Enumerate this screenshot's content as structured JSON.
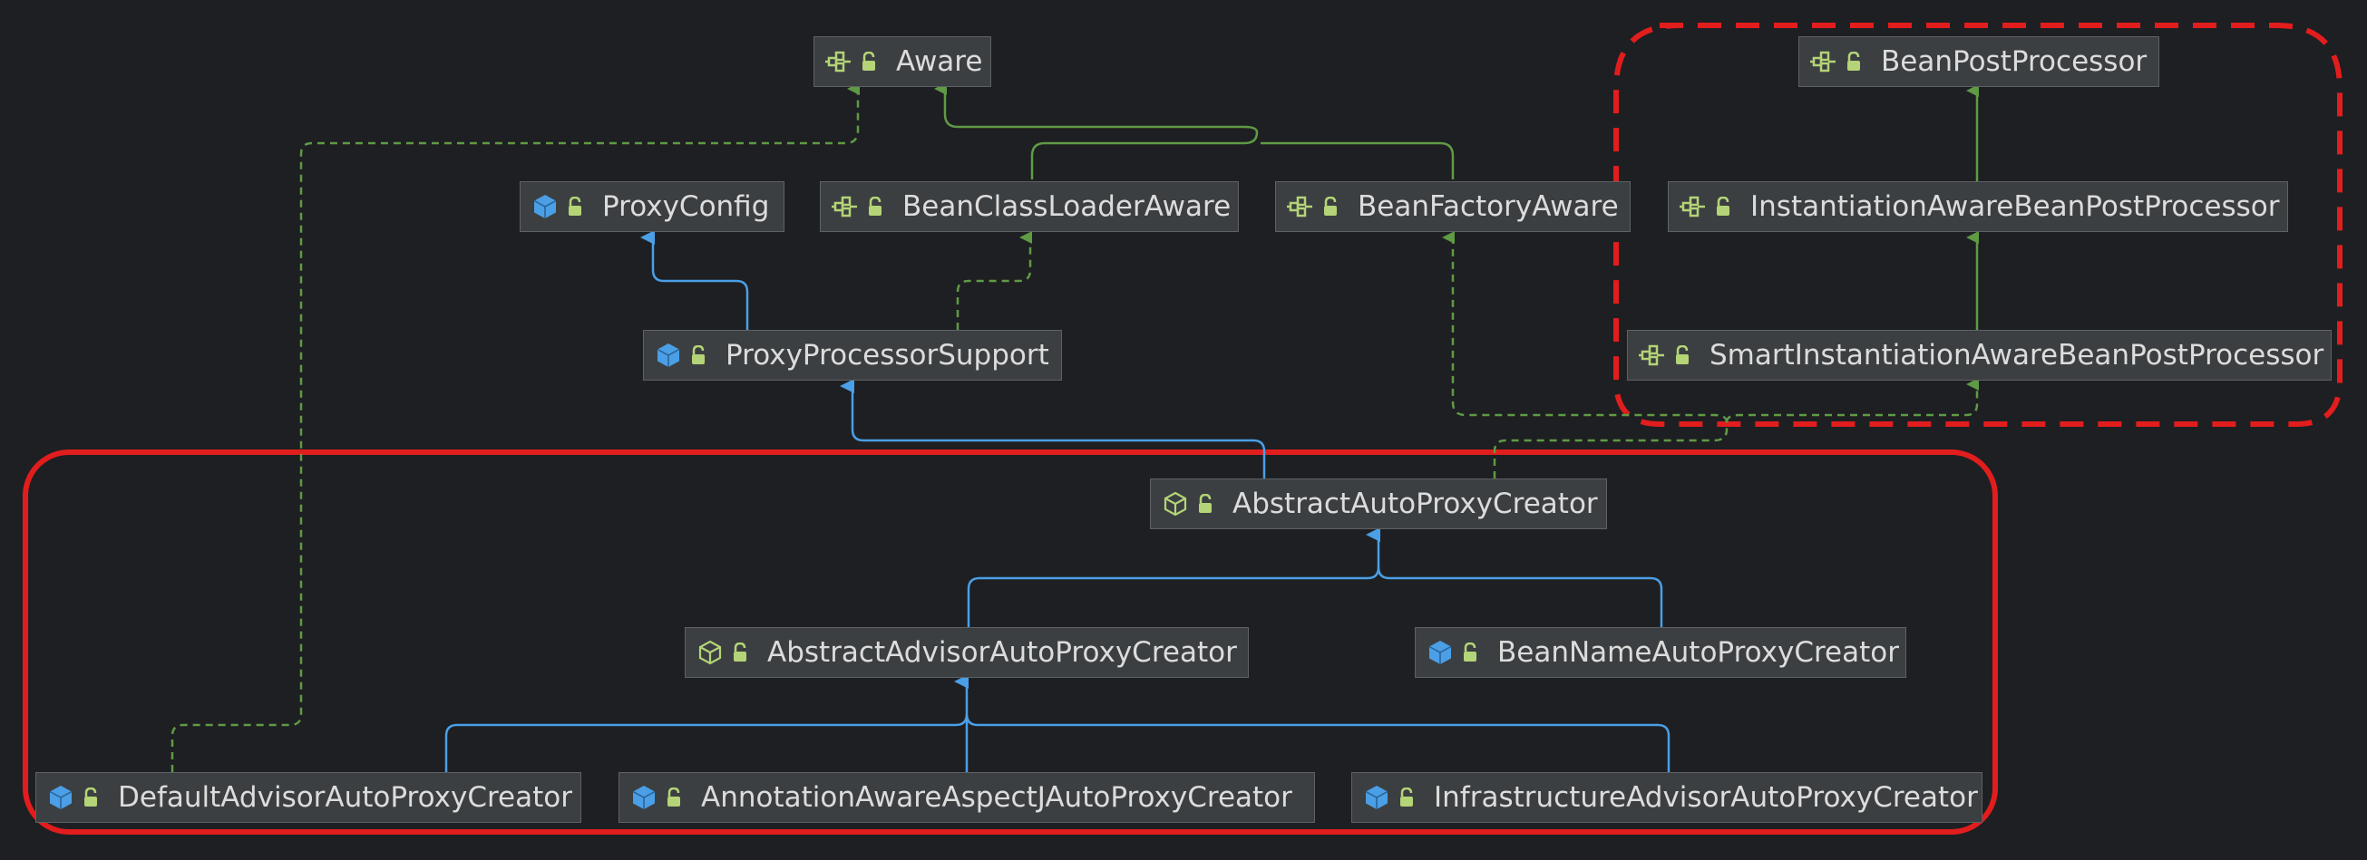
{
  "colors": {
    "background": "#1e1f22",
    "node_fill": "#3c3f41",
    "node_border": "#5e6165",
    "node_text": "#dcdcdc",
    "interface_edge": "#5f9a45",
    "class_edge": "#4a9fe6",
    "highlight": "#e21d1d"
  },
  "icons": {
    "interface": "interface-icon",
    "class": "class-icon",
    "abstract_class": "abstract-class-icon",
    "visibility": "public-unlock-icon"
  },
  "nodes": [
    {
      "id": "aware",
      "label": "Aware",
      "kind": "interface"
    },
    {
      "id": "bean_post_processor",
      "label": "BeanPostProcessor",
      "kind": "interface"
    },
    {
      "id": "proxy_config",
      "label": "ProxyConfig",
      "kind": "class"
    },
    {
      "id": "bean_class_loader_aware",
      "label": "BeanClassLoaderAware",
      "kind": "interface"
    },
    {
      "id": "bean_factory_aware",
      "label": "BeanFactoryAware",
      "kind": "interface"
    },
    {
      "id": "instantiation_aware_bpp",
      "label": "InstantiationAwareBeanPostProcessor",
      "kind": "interface"
    },
    {
      "id": "proxy_processor_support",
      "label": "ProxyProcessorSupport",
      "kind": "class"
    },
    {
      "id": "smart_instantiation_aware_bpp",
      "label": "SmartInstantiationAwareBeanPostProcessor",
      "kind": "interface"
    },
    {
      "id": "abstract_auto_proxy_creator",
      "label": "AbstractAutoProxyCreator",
      "kind": "abstract_class"
    },
    {
      "id": "abstract_advisor_auto_proxy_creator",
      "label": "AbstractAdvisorAutoProxyCreator",
      "kind": "abstract_class"
    },
    {
      "id": "bean_name_auto_proxy_creator",
      "label": "BeanNameAutoProxyCreator",
      "kind": "class"
    },
    {
      "id": "default_advisor_auto_proxy_creator",
      "label": "DefaultAdvisorAutoProxyCreator",
      "kind": "class"
    },
    {
      "id": "annotation_aware_aspectj_auto_proxy_creator",
      "label": "AnnotationAwareAspectJAutoProxyCreator",
      "kind": "class"
    },
    {
      "id": "infrastructure_advisor_auto_proxy_creator",
      "label": "InfrastructureAdvisorAutoProxyCreator",
      "kind": "class"
    }
  ],
  "edges": [
    {
      "from": "bean_class_loader_aware",
      "to": "aware",
      "type": "extends_interface"
    },
    {
      "from": "bean_factory_aware",
      "to": "aware",
      "type": "extends_interface"
    },
    {
      "from": "instantiation_aware_bpp",
      "to": "bean_post_processor",
      "type": "extends_interface"
    },
    {
      "from": "smart_instantiation_aware_bpp",
      "to": "instantiation_aware_bpp",
      "type": "extends_interface"
    },
    {
      "from": "proxy_processor_support",
      "to": "proxy_config",
      "type": "extends_class"
    },
    {
      "from": "proxy_processor_support",
      "to": "bean_class_loader_aware",
      "type": "implements"
    },
    {
      "from": "abstract_auto_proxy_creator",
      "to": "proxy_processor_support",
      "type": "extends_class"
    },
    {
      "from": "abstract_auto_proxy_creator",
      "to": "bean_factory_aware",
      "type": "implements"
    },
    {
      "from": "abstract_auto_proxy_creator",
      "to": "smart_instantiation_aware_bpp",
      "type": "implements"
    },
    {
      "from": "abstract_advisor_auto_proxy_creator",
      "to": "abstract_auto_proxy_creator",
      "type": "extends_class"
    },
    {
      "from": "bean_name_auto_proxy_creator",
      "to": "abstract_auto_proxy_creator",
      "type": "extends_class"
    },
    {
      "from": "default_advisor_auto_proxy_creator",
      "to": "abstract_advisor_auto_proxy_creator",
      "type": "extends_class"
    },
    {
      "from": "annotation_aware_aspectj_auto_proxy_creator",
      "to": "abstract_advisor_auto_proxy_creator",
      "type": "extends_class"
    },
    {
      "from": "infrastructure_advisor_auto_proxy_creator",
      "to": "abstract_advisor_auto_proxy_creator",
      "type": "extends_class"
    },
    {
      "from": "default_advisor_auto_proxy_creator",
      "to": "aware",
      "type": "implements"
    }
  ],
  "edge_label": "last",
  "highlights": [
    {
      "id": "interfaces-group",
      "style": "dashed"
    },
    {
      "id": "auto-proxy-creators-group",
      "style": "solid"
    }
  ]
}
